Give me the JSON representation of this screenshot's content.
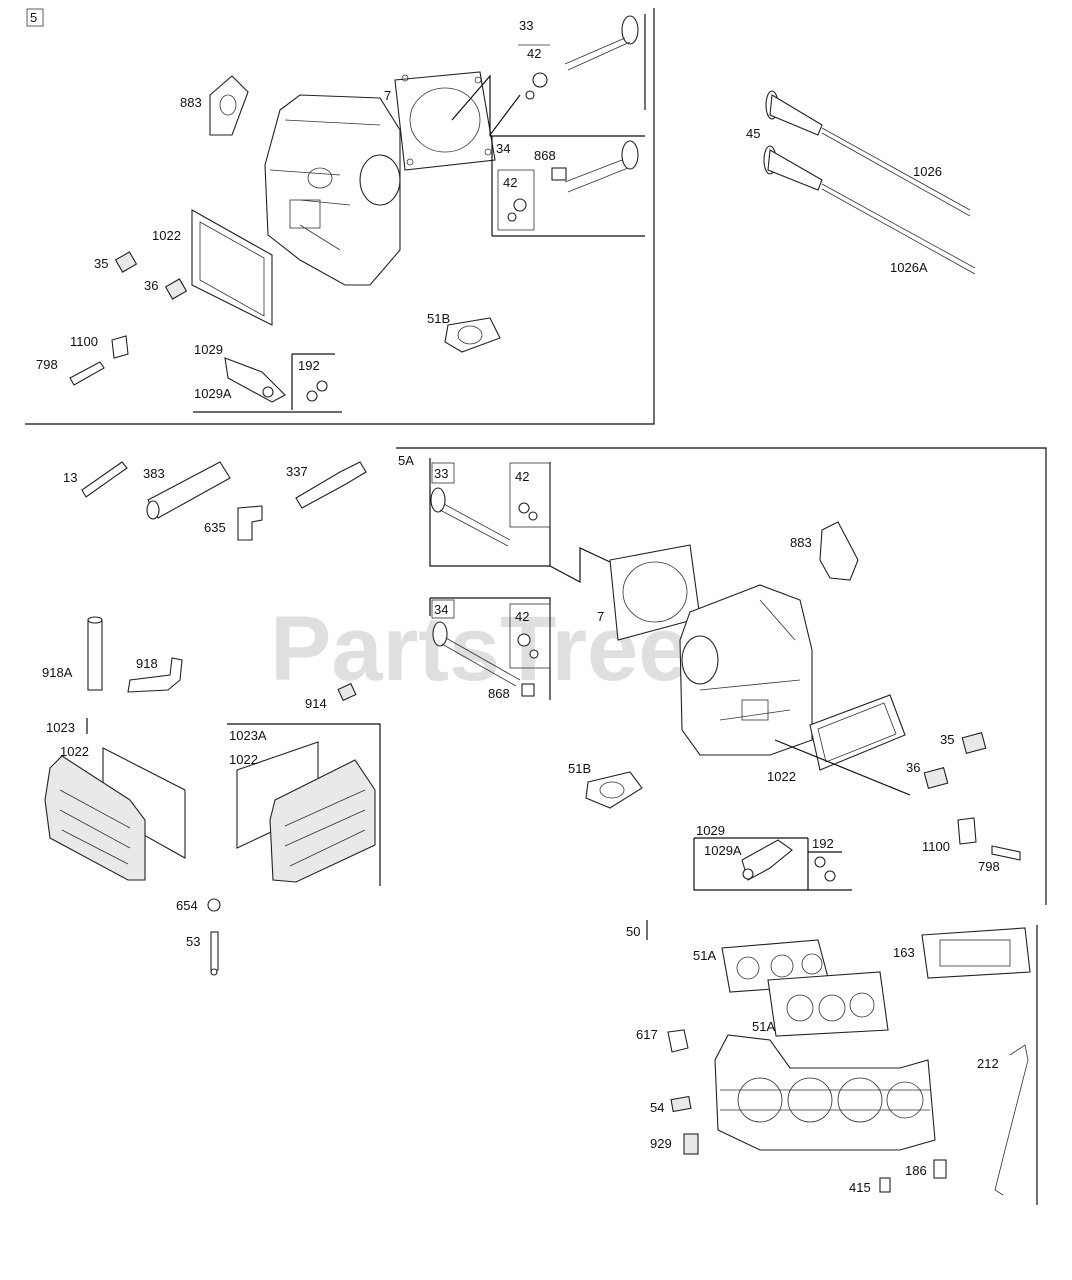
{
  "watermark": "PartsTree",
  "diagram_labels": {
    "sec_5": "5",
    "sec_5a": "5A",
    "sec_50": "50",
    "top": {
      "l33": "33",
      "l42a": "42",
      "l7": "7",
      "l883": "883",
      "l34": "34",
      "l868": "868",
      "l42b": "42",
      "l1022": "1022",
      "l35": "35",
      "l36": "36",
      "l1100": "1100",
      "l798": "798",
      "l1029": "1029",
      "l1029A": "1029A",
      "l192": "192",
      "l51B": "51B"
    },
    "pushrods": {
      "l45": "45",
      "l1026": "1026",
      "l1026A": "1026A"
    },
    "left": {
      "l13": "13",
      "l383": "383",
      "l337": "337",
      "l635": "635",
      "l918A": "918A",
      "l918": "918",
      "l914": "914",
      "l1023": "1023",
      "l1022a": "1022",
      "l1023A": "1023A",
      "l1022b": "1022",
      "l654": "654",
      "l53": "53"
    },
    "mid": {
      "l33": "33",
      "l42a": "42",
      "l34": "34",
      "l42b": "42",
      "l868": "868",
      "l7": "7",
      "l883": "883",
      "l51B": "51B",
      "l1022": "1022",
      "l35": "35",
      "l36": "36",
      "l1029": "1029",
      "l1029A": "1029A",
      "l192": "192",
      "l1100": "1100",
      "l798": "798"
    },
    "bottom": {
      "l51A_1": "51A",
      "l51A_2": "51A",
      "l163": "163",
      "l617": "617",
      "l212": "212",
      "l54": "54",
      "l929": "929",
      "l186": "186",
      "l415": "415"
    }
  }
}
